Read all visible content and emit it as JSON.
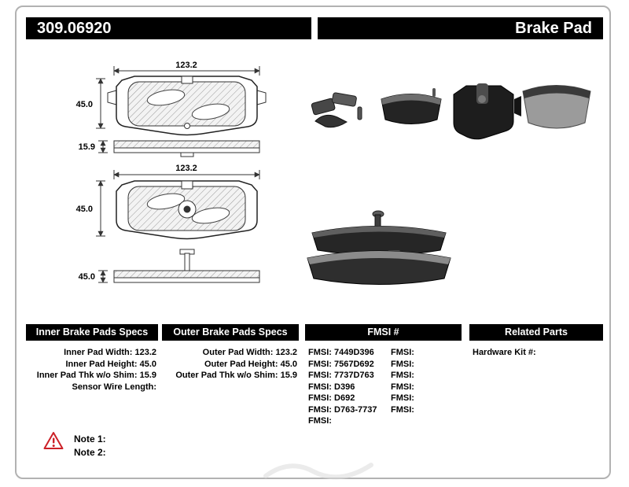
{
  "header": {
    "part_number": "309.06920",
    "title": "Brake Pad"
  },
  "diagrams": {
    "inner_front": {
      "width": "123.2",
      "height": "45.0"
    },
    "inner_side": {
      "thickness": "15.9"
    },
    "outer_front": {
      "width": "123.2",
      "height": "45.0"
    },
    "outer_side": {
      "height": "45.0"
    }
  },
  "specs": {
    "inner": {
      "title": "Inner Brake Pads Specs",
      "rows": [
        {
          "label": "Inner Pad Width:",
          "value": "123.2"
        },
        {
          "label": "Inner Pad Height:",
          "value": "45.0"
        },
        {
          "label": "Inner Pad Thk w/o Shim:",
          "value": "15.9"
        },
        {
          "label": "Sensor Wire Length:",
          "value": ""
        }
      ]
    },
    "outer": {
      "title": "Outer Brake Pads Specs",
      "rows": [
        {
          "label": "Outer Pad Width:",
          "value": "123.2"
        },
        {
          "label": "Outer Pad Height:",
          "value": "45.0"
        },
        {
          "label": "Outer Pad Thk w/o Shim:",
          "value": "15.9"
        }
      ]
    },
    "fmsi": {
      "title": "FMSI #",
      "col1": [
        {
          "label": "FMSI:",
          "value": "7449D396"
        },
        {
          "label": "FMSI:",
          "value": "7567D692"
        },
        {
          "label": "FMSI:",
          "value": "7737D763"
        },
        {
          "label": "FMSI:",
          "value": "D396"
        },
        {
          "label": "FMSI:",
          "value": "D692"
        },
        {
          "label": "FMSI:",
          "value": "D763-7737"
        },
        {
          "label": "FMSI:",
          "value": ""
        }
      ],
      "col2": [
        {
          "label": "FMSI:",
          "value": ""
        },
        {
          "label": "FMSI:",
          "value": ""
        },
        {
          "label": "FMSI:",
          "value": ""
        },
        {
          "label": "FMSI:",
          "value": ""
        },
        {
          "label": "FMSI:",
          "value": ""
        },
        {
          "label": "FMSI:",
          "value": ""
        }
      ]
    },
    "related": {
      "title": "Related Parts",
      "rows": [
        {
          "label": "Hardware Kit #:",
          "value": ""
        }
      ]
    }
  },
  "notes": [
    {
      "label": "Note 1:"
    },
    {
      "label": "Note 2:"
    }
  ]
}
